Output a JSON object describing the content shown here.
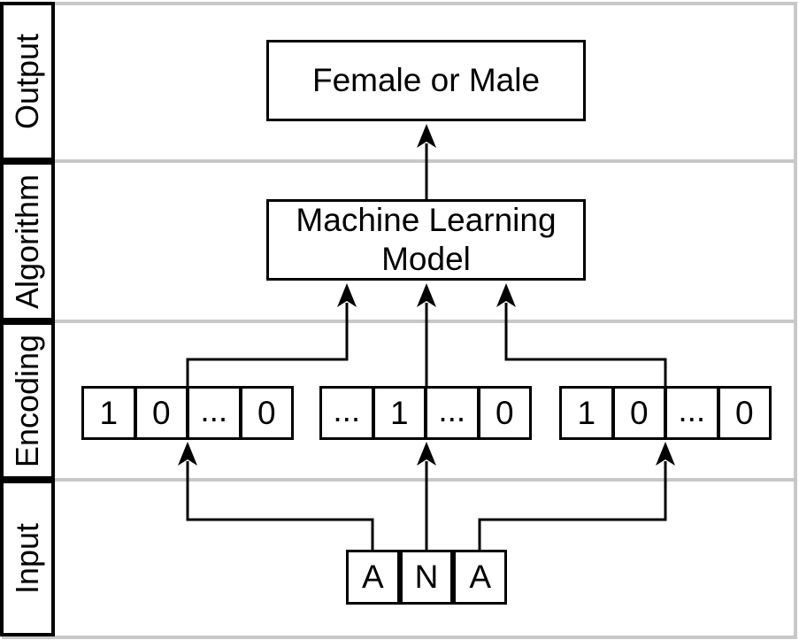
{
  "sidebar": {
    "labels": [
      "Output",
      "Algorithm",
      "Encoding",
      "Input"
    ]
  },
  "output_box": {
    "label": "Female or Male"
  },
  "algorithm_box": {
    "label_lines": [
      "Machine Learning",
      "Model"
    ]
  },
  "encoding_boxes": [
    {
      "cells": [
        "1",
        "0",
        "...",
        "0"
      ]
    },
    {
      "cells": [
        "...",
        "1",
        "...",
        "0"
      ]
    },
    {
      "cells": [
        "1",
        "0",
        "...",
        "0"
      ]
    }
  ],
  "input_box": {
    "cells": [
      "A",
      "N",
      "A"
    ]
  },
  "colors": {
    "line": "#000000",
    "divider": "#c8c8c8",
    "background": "#ffffff"
  }
}
